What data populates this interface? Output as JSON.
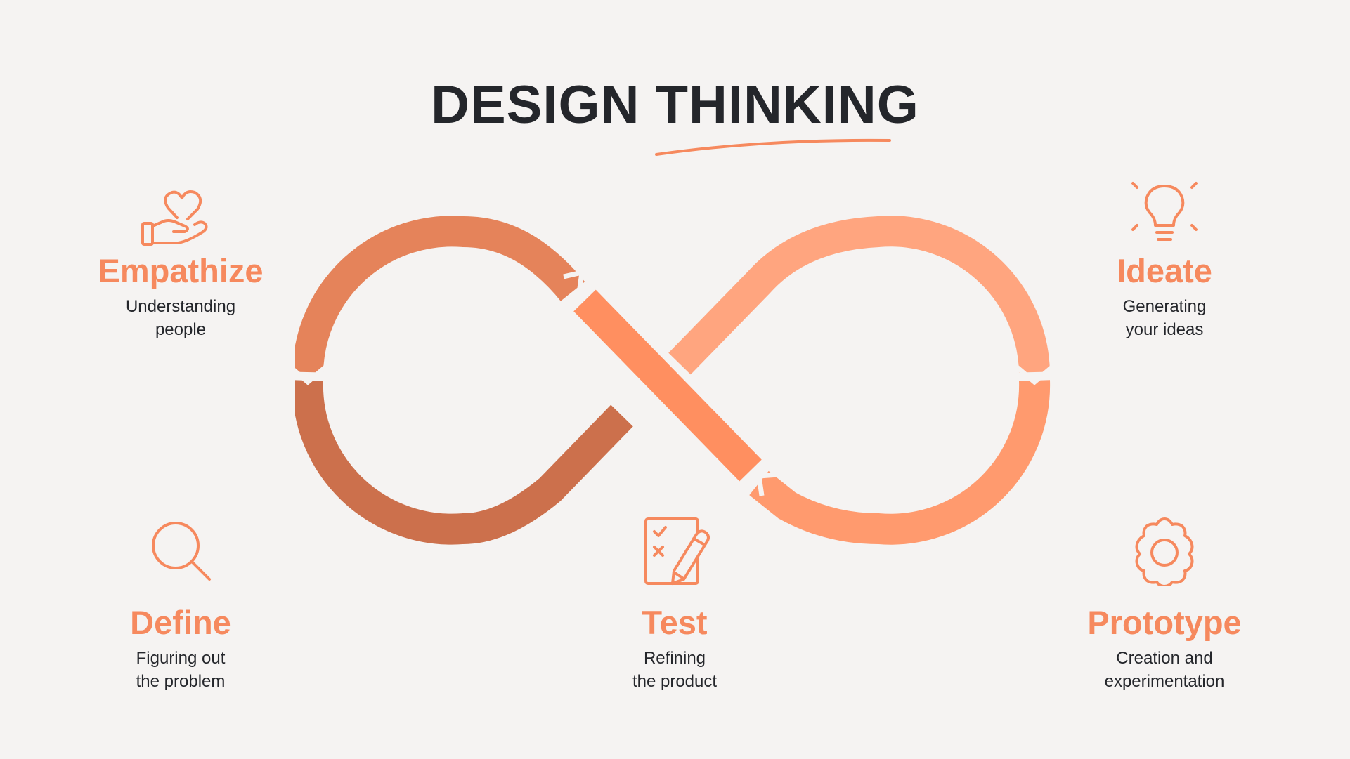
{
  "title": "DESIGN THINKING",
  "colors": {
    "accent": "#f6895e",
    "text": "#24262b",
    "background": "#f5f3f2",
    "loop_top_left": "#e5835a",
    "loop_bottom_left": "#cc704c",
    "loop_diagonal": "#ff8f60",
    "loop_top_right": "#ffa57f",
    "loop_bottom_right": "#ff9a6e"
  },
  "steps": {
    "empathize": {
      "name": "Empathize",
      "desc": [
        "Understanding",
        "people"
      ],
      "icon": "hand-heart-icon"
    },
    "ideate": {
      "name": "Ideate",
      "desc": [
        "Generating",
        "your ideas"
      ],
      "icon": "lightbulb-icon"
    },
    "define": {
      "name": "Define",
      "desc": [
        "Figuring out",
        "the problem"
      ],
      "icon": "magnifier-icon"
    },
    "test": {
      "name": "Test",
      "desc": [
        "Refining",
        "the product"
      ],
      "icon": "checklist-pencil-icon"
    },
    "prototype": {
      "name": "Prototype",
      "desc": [
        "Creation and",
        "experimentation"
      ],
      "icon": "gear-icon"
    }
  }
}
